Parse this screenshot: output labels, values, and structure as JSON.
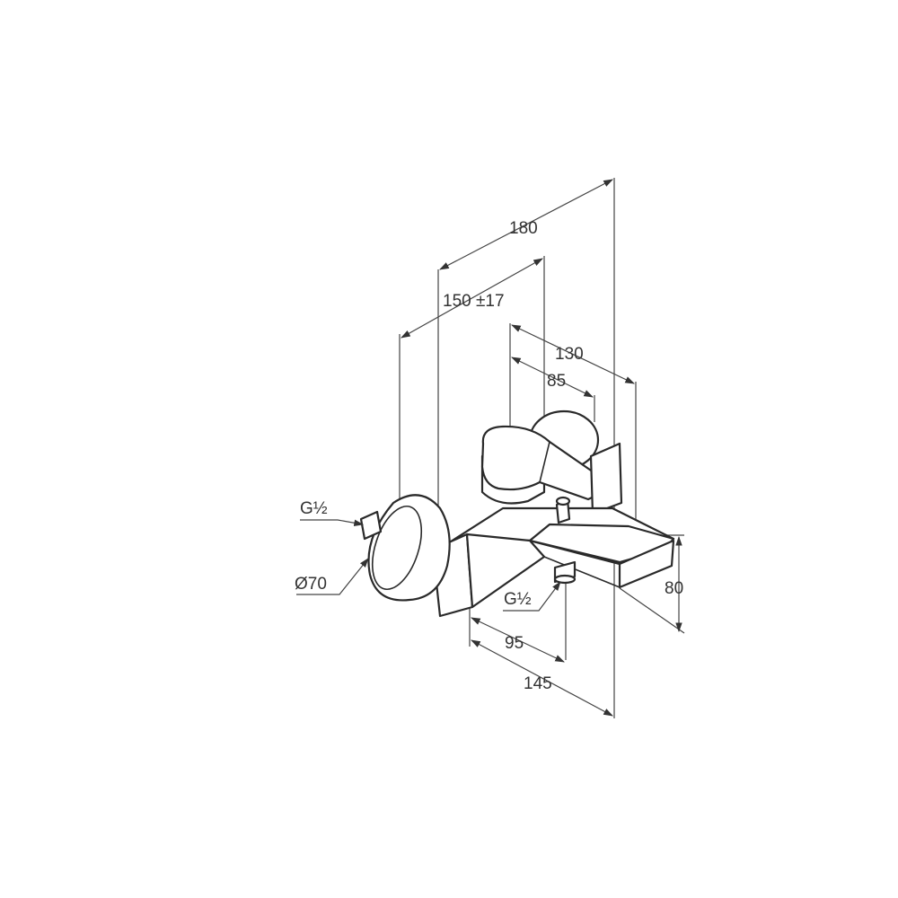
{
  "drawing": {
    "dimensions": {
      "overall_depth": "180",
      "wall_to_valve": "150 ±17",
      "spout_depth": "130",
      "handle_depth": "85",
      "spout_height": "80",
      "outlet_offset": "95",
      "body_width": "145"
    },
    "callouts": {
      "inlet_thread": "G½",
      "escutcheon_diameter": "Ø70",
      "outlet_thread": "G½"
    },
    "colors": {
      "line": "#2a2a2a",
      "background": "#ffffff"
    }
  }
}
